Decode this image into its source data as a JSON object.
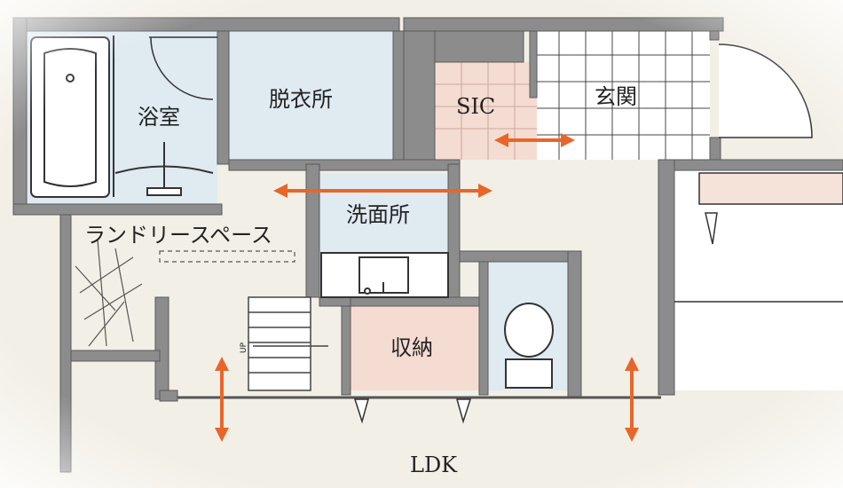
{
  "labels": {
    "bath": "浴室",
    "dressing": "脱衣所",
    "sic": "SIC",
    "entrance": "玄関",
    "washroom": "洗面所",
    "laundry": "ランドリースペース",
    "storage": "収納",
    "ldk": "LDK",
    "stairs_up": "UP"
  },
  "colors": {
    "wall": "#8c8c8c",
    "wall_stroke": "#5a5a5a",
    "floor": "#f2efe6",
    "blue_room": "#dfeaf1",
    "pink_room": "#f5dcd2",
    "arrow": "#e8662a"
  },
  "icons": [
    "bathtub-icon",
    "shower-icon",
    "sink-icon",
    "toilet-icon",
    "double-arrow-icon"
  ]
}
